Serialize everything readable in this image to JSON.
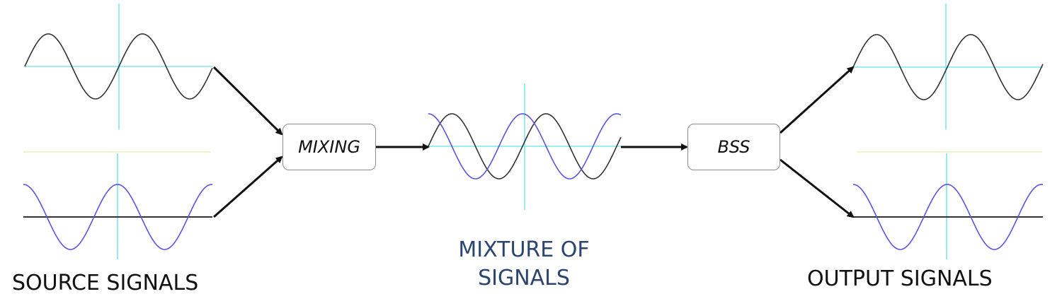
{
  "labels": {
    "source": "SOURCE SIGNALS",
    "mixture_line1": "MIXTURE OF",
    "mixture_line2": "SIGNALS",
    "output": "OUTPUT SIGNALS"
  },
  "blocks": {
    "mixing": "MIXING",
    "bss": "BSS"
  },
  "colors": {
    "signal_a": "#333333",
    "signal_b": "#5a55e0",
    "axis": "#7fe8ec",
    "arrow": "#111111",
    "caption_blue": "#2c4470"
  }
}
